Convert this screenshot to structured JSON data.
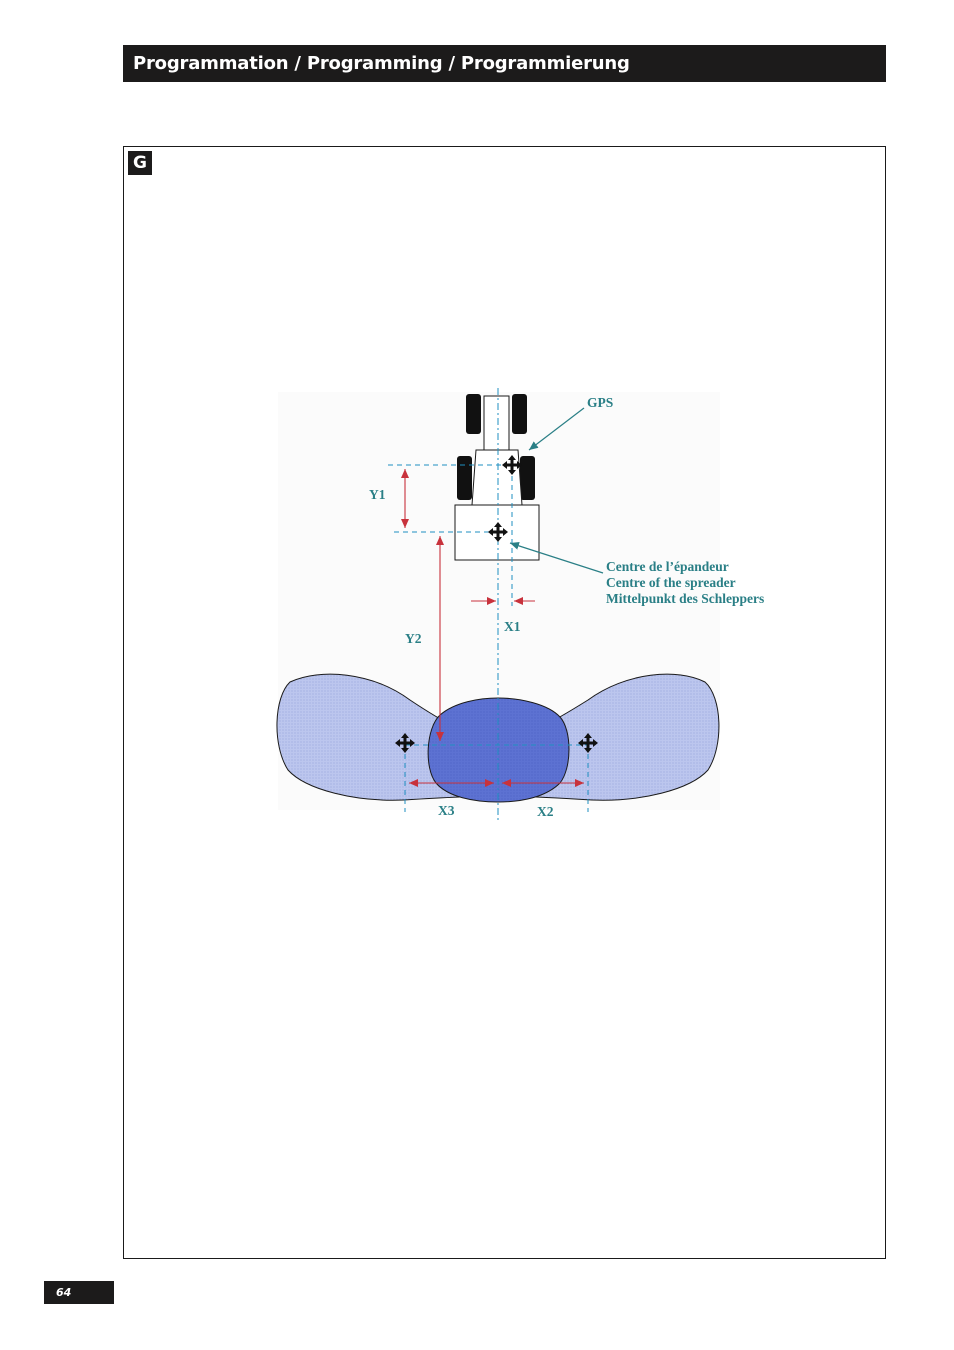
{
  "header": {
    "title": "Programmation / Programming / Programmierung"
  },
  "figure": {
    "badge": "G",
    "labels": {
      "gps": "GPS",
      "y1": "Y1",
      "y2": "Y2",
      "x1": "X1",
      "x2": "X2",
      "x3": "X3",
      "centre_fr": "Centre de l’épandeur",
      "centre_en": "Centre of the spreader",
      "centre_de": "Mittelpunkt des Schleppers"
    },
    "colors": {
      "callout_text": "#2a7f86",
      "dimension_arrow": "#c8323c",
      "centerline": "#1f8fc0",
      "outer_spread": "#b7c2ec",
      "inner_spread": "#5a70d0",
      "tractor": "#111111"
    }
  },
  "footer": {
    "page_number": "64"
  }
}
